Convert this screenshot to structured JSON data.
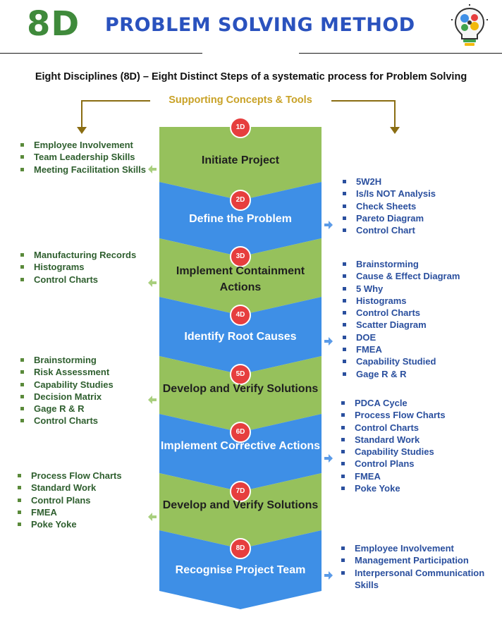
{
  "header": {
    "logo": "8D",
    "title": "PROBLEM SOLVING METHOD",
    "icon": "lightbulb-gears-icon"
  },
  "subtitle": "Eight Disciplines (8D) – Eight Distinct Steps of a systematic process for Problem Solving",
  "supporting_label": "Supporting Concepts & Tools",
  "colors": {
    "green": "#96c15c",
    "blue": "#3e8fe6",
    "badge": "#e63e3e",
    "gold": "#c9a227",
    "title_blue": "#2a52be",
    "logo_green": "#3f8a3b"
  },
  "steps": [
    {
      "badge": "1D",
      "title": "Initiate Project",
      "color": "green"
    },
    {
      "badge": "2D",
      "title": "Define the Problem",
      "color": "blue"
    },
    {
      "badge": "3D",
      "title": "Implement Containment Actions",
      "color": "green"
    },
    {
      "badge": "4D",
      "title": "Identify Root Causes",
      "color": "blue"
    },
    {
      "badge": "5D",
      "title": "Develop and Verify Solutions",
      "color": "green"
    },
    {
      "badge": "6D",
      "title": "Implement Corrective Actions",
      "color": "blue"
    },
    {
      "badge": "7D",
      "title": "Develop and Verify Solutions",
      "color": "green"
    },
    {
      "badge": "8D",
      "title": "Recognise Project Team",
      "color": "blue"
    }
  ],
  "tools": {
    "1D": [
      "Employee Involvement",
      "Team Leadership Skills",
      "Meeting Facilitation Skills"
    ],
    "2D": [
      "5W2H",
      "Is/Is NOT Analysis",
      "Check Sheets",
      "Pareto Diagram",
      "Control Chart"
    ],
    "3D": [
      "Manufacturing Records",
      "Histograms",
      "Control Charts"
    ],
    "4D": [
      "Brainstorming",
      "Cause & Effect Diagram",
      "5 Why",
      "Histograms",
      "Control Charts",
      "Scatter Diagram",
      "DOE",
      "FMEA",
      "Capability Studied",
      "Gage R & R"
    ],
    "5D": [
      "Brainstorming",
      "Risk Assessment",
      "Capability Studies",
      "Decision Matrix",
      "Gage R & R",
      "Control Charts"
    ],
    "6D": [
      "PDCA Cycle",
      "Process Flow Charts",
      "Control Charts",
      "Standard Work",
      "Capability Studies",
      "Control Plans",
      "FMEA",
      "Poke Yoke"
    ],
    "7D": [
      "Process Flow Charts",
      "Standard Work",
      "Control Plans",
      "FMEA",
      "Poke Yoke"
    ],
    "8D": [
      "Employee Involvement",
      "Management Participation",
      "Interpersonal Communication Skills"
    ]
  }
}
